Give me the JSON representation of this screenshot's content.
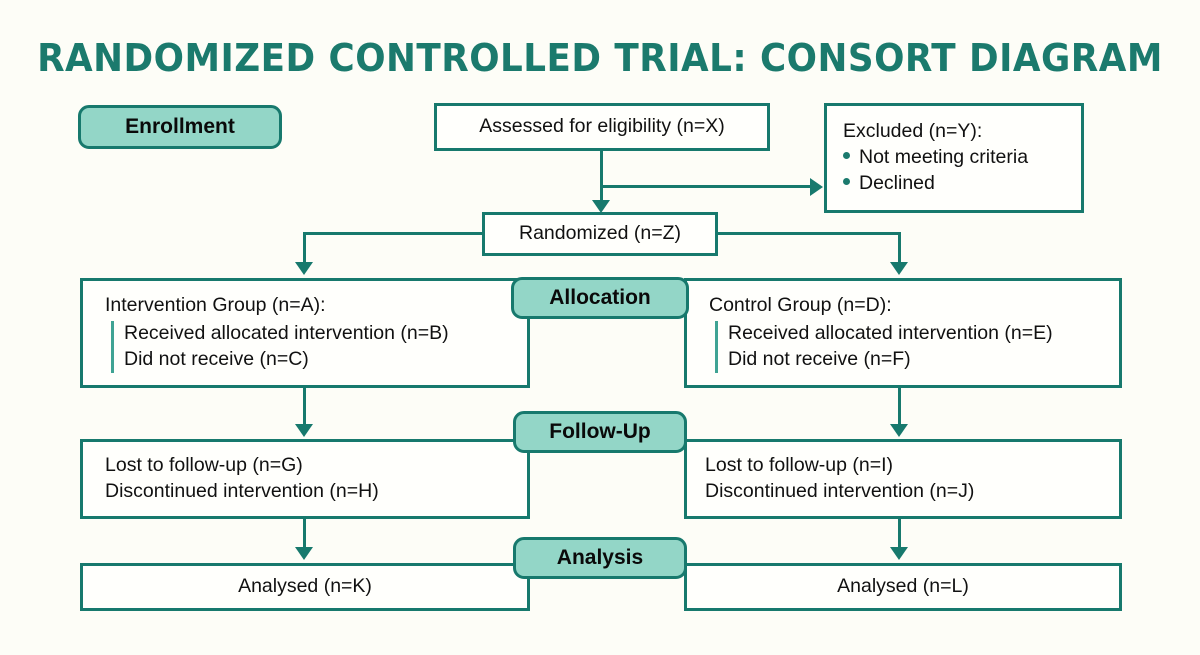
{
  "title": "RANDOMIZED CONTROLLED TRIAL: CONSORT DIAGRAM",
  "colors": {
    "accent": "#17796d",
    "badge_fill": "#93d6c7",
    "background": "#fdfdf7",
    "box_fill": "#fffffc",
    "text": "#111111",
    "sub_rule": "#3fa394"
  },
  "stages": {
    "enrollment": "Enrollment",
    "allocation": "Allocation",
    "follow_up": "Follow-Up",
    "analysis": "Analysis"
  },
  "boxes": {
    "assessed": "Assessed for eligibility (n=X)",
    "excluded": {
      "heading": "Excluded (n=Y):",
      "items": [
        "Not meeting criteria",
        "Declined"
      ]
    },
    "randomized": "Randomized (n=Z)",
    "intervention": {
      "heading": "Intervention Group (n=A):",
      "items": [
        "Received allocated intervention (n=B)",
        "Did not receive (n=C)"
      ]
    },
    "control": {
      "heading": "Control Group (n=D):",
      "items": [
        "Received allocated intervention (n=E)",
        "Did not receive (n=F)"
      ]
    },
    "followup_left": [
      "Lost to follow-up (n=G)",
      "Discontinued intervention (n=H)"
    ],
    "followup_right": [
      "Lost to follow-up (n=I)",
      "Discontinued intervention (n=J)"
    ],
    "analysed_left": "Analysed (n=K)",
    "analysed_right": "Analysed (n=L)"
  }
}
